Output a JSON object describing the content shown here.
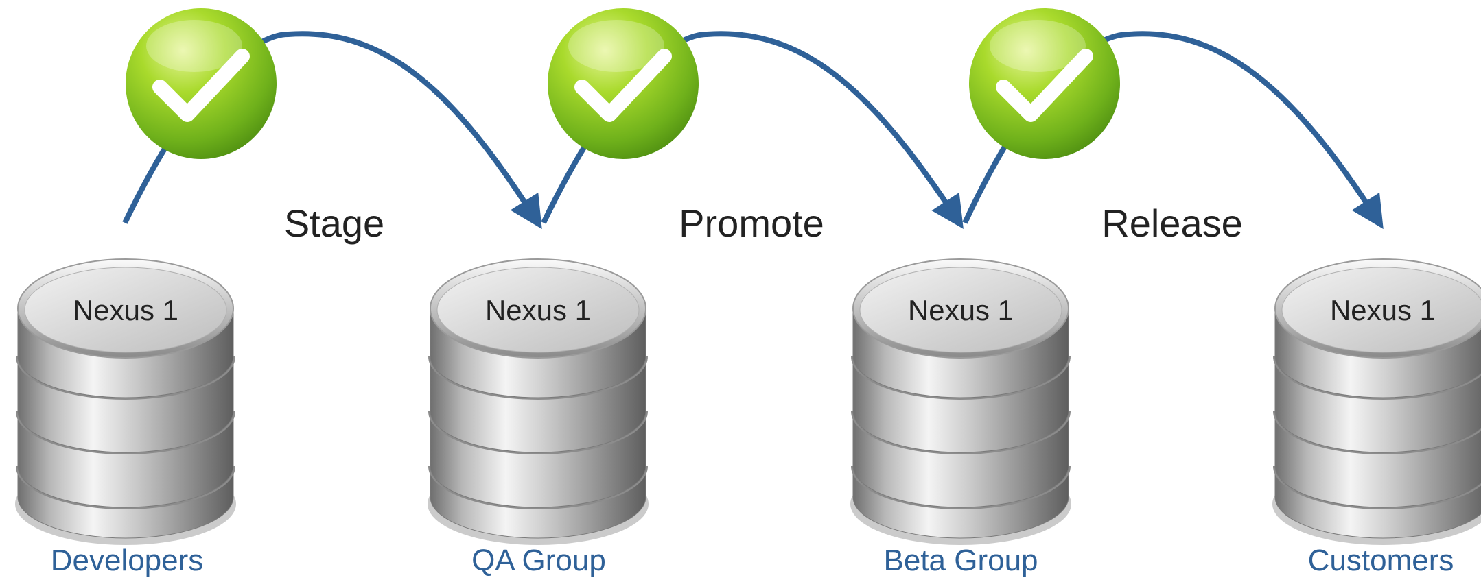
{
  "colors": {
    "arrow": "#2f6198",
    "group_text": "#2f6198",
    "label_text": "#222222",
    "check_badge": "#7cc21a"
  },
  "steps": [
    {
      "label": "Stage",
      "icon": "check-icon"
    },
    {
      "label": "Promote",
      "icon": "check-icon"
    },
    {
      "label": "Release",
      "icon": "check-icon"
    }
  ],
  "repositories": [
    {
      "name": "Nexus 1",
      "group": "Developers",
      "icon": "database-icon"
    },
    {
      "name": "Nexus 1",
      "group": "QA Group",
      "icon": "database-icon"
    },
    {
      "name": "Nexus 1",
      "group": "Beta Group",
      "icon": "database-icon"
    },
    {
      "name": "Nexus 1",
      "group": "Customers",
      "icon": "database-icon"
    }
  ]
}
